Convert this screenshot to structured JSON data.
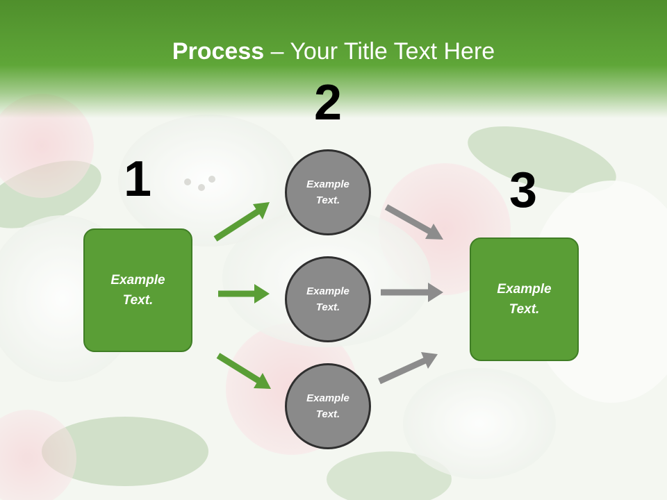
{
  "slide": {
    "title_bold": "Process",
    "title_rest": " – Your Title Text Here",
    "step_numbers": [
      "1",
      "2",
      "3"
    ],
    "left_box": {
      "text": "Example Text."
    },
    "right_box": {
      "text": "Example Text."
    },
    "circles": [
      {
        "text": "Example Text."
      },
      {
        "text": "Example Text."
      },
      {
        "text": "Example Text."
      }
    ]
  },
  "colors": {
    "accent_green": "#5a9e36",
    "title_band": "#5fa638",
    "circle_fill": "#8a8a8a",
    "gray_arrow": "#8c8c8c"
  }
}
